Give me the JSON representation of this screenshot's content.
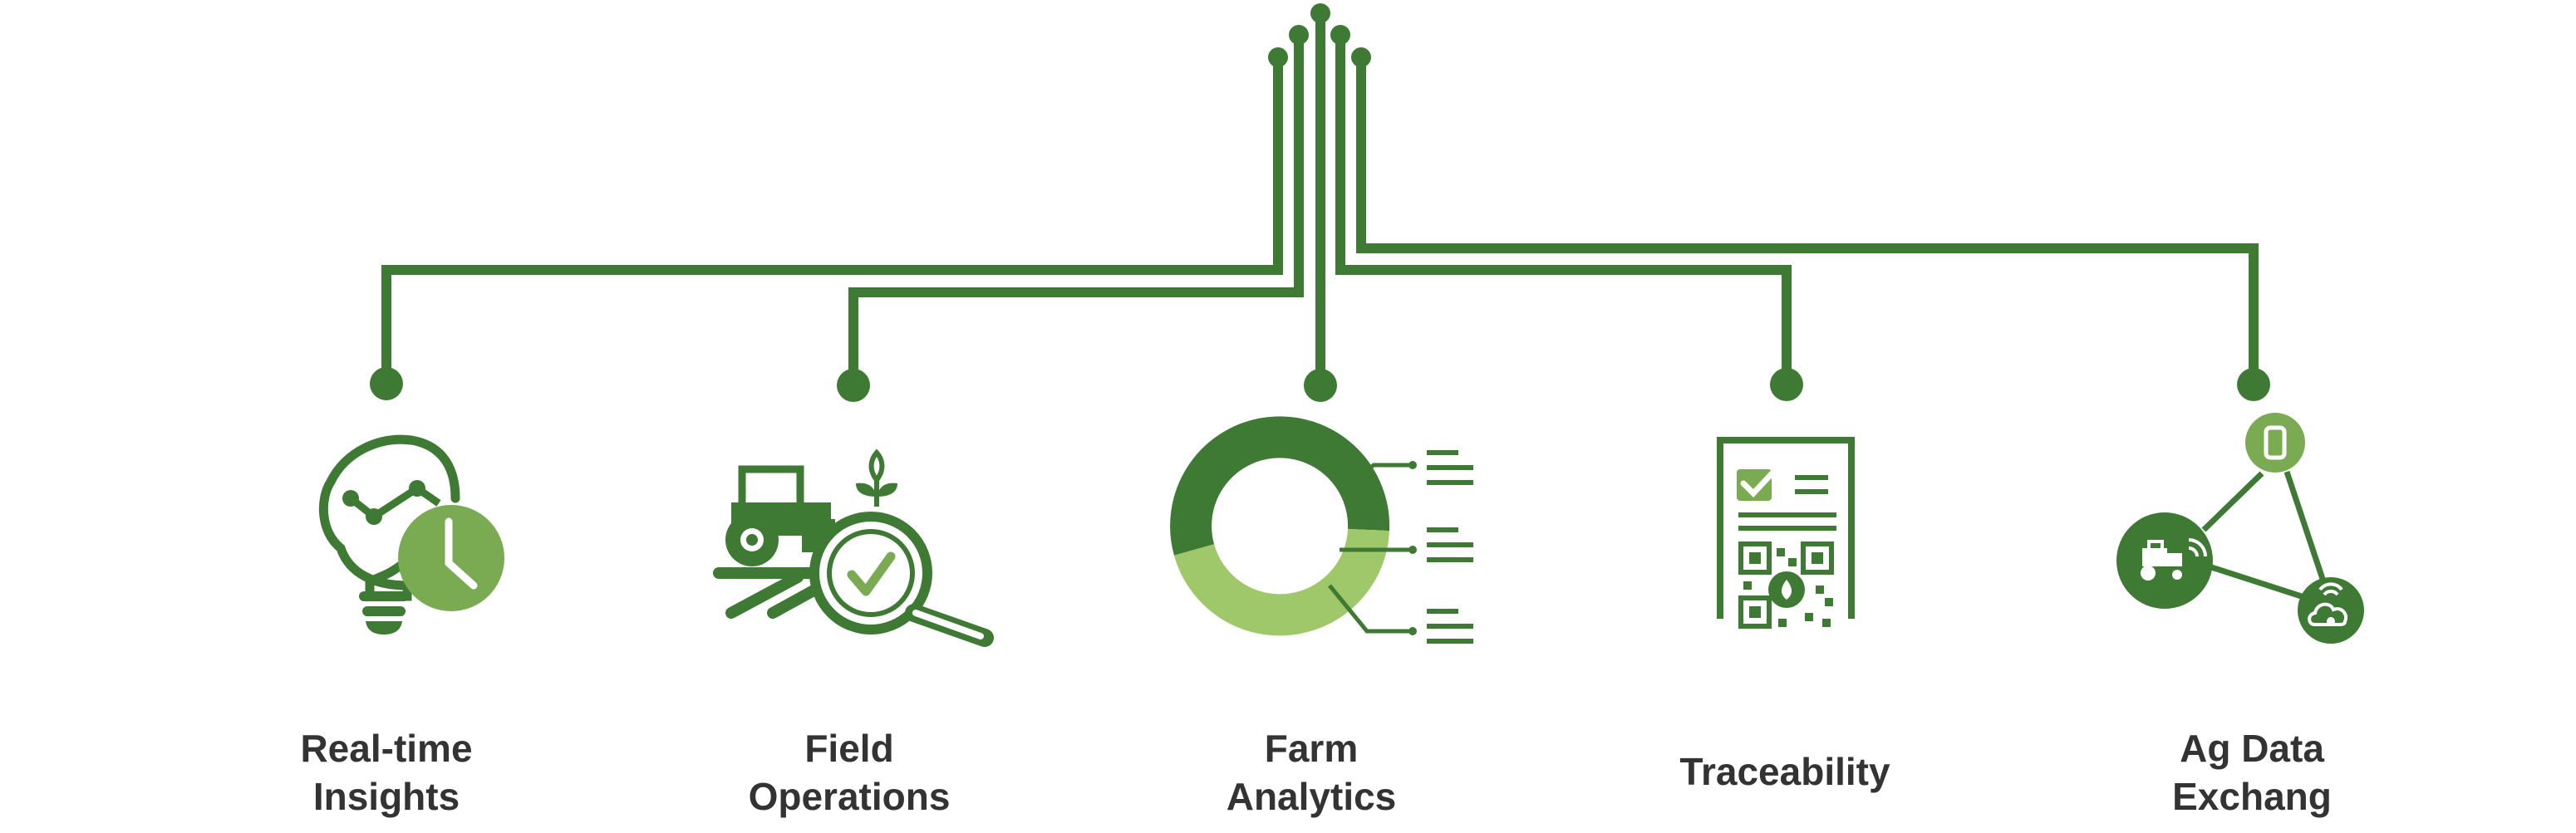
{
  "colors": {
    "dark_green": "#3f7a35",
    "mid_green": "#7aab52",
    "light_green": "#9fc86a",
    "text": "#333333",
    "background": "#ffffff"
  },
  "categories": [
    {
      "line1": "Real-time",
      "line2": "Insights",
      "icon": "lightbulb-clock-icon"
    },
    {
      "line1": "Field",
      "line2": "Operations",
      "icon": "tractor-magnifier-icon"
    },
    {
      "line1": "Farm",
      "line2": "Analytics",
      "icon": "donut-chart-icon"
    },
    {
      "line1": "Traceability",
      "line2": "",
      "icon": "document-qr-icon"
    },
    {
      "line1": "Ag Data",
      "line2": "Exchang",
      "icon": "data-network-icon"
    }
  ]
}
